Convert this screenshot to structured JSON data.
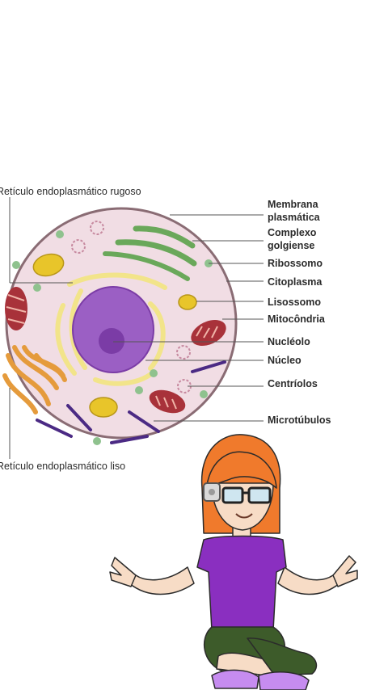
{
  "diagram": {
    "labels_left": {
      "rough_er": "Retículo endoplasmático rugoso",
      "smooth_er": "Retículo endoplasmático liso"
    },
    "labels_right": {
      "membrane_line1": "Membrana",
      "membrane_line2": "plasmática",
      "golgi_line1": "Complexo",
      "golgi_line2": "golgiense",
      "ribosome": "Ribossomo",
      "cytoplasm": "Citoplasma",
      "lysosome": "Lisossomo",
      "mitochondria": "Mitocôndria",
      "nucleolus": "Nucléolo",
      "nucleus": "Núcleo",
      "centrioles": "Centríolos",
      "microtubules": "Microtúbulos"
    }
  },
  "colors": {
    "cytoplasm": "#f1dde4",
    "membrane": "#8a6c74",
    "nucleus": "#9b5fc4",
    "nucleolus": "#7b3ca6",
    "rough_er": "#f2e48a",
    "golgi": "#6aa85a",
    "mitochondria": "#a8323a",
    "lysosome": "#e8c52a",
    "smooth_er": "#e59b3c",
    "microtubule": "#4b2a84",
    "ribosome": "#8fc28e",
    "hair": "#f07a2c",
    "shirt": "#8a2fc0",
    "shorts": "#3d5b2a",
    "skin": "#f7dcc6"
  }
}
